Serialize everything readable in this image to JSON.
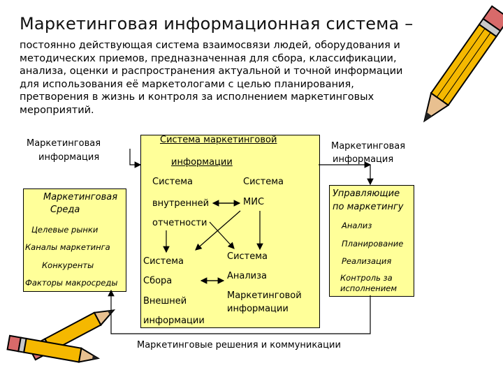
{
  "title": "Маркетинговая информационная система –",
  "definition": "постоянно действующая система взаимосвязи людей, оборудования и методических приемов, предназначенная для сбора, классификации, анализа, оценки и распространения актуальной и точной информации для использования её маркетологами с целью планирования, претворения в жизнь и контроля за исполнением маркетинговых мероприятий.",
  "left_label": [
    "Маркетинговая",
    "информация"
  ],
  "right_label": [
    "Маркетинговая",
    "информация"
  ],
  "environment": {
    "title": [
      "Маркетинговая",
      "Среда"
    ],
    "items": [
      "Целевые рынки",
      "Каналы маркетинга",
      "Конкуренты",
      "Факторы макросреды"
    ]
  },
  "center": {
    "title": [
      "Система маркетинговой",
      "информации"
    ],
    "internal": [
      "Система",
      "внутренней",
      "отчетности"
    ],
    "mis": [
      "Система",
      "МИС"
    ],
    "external": [
      "Система",
      "Сбора",
      "Внешней",
      "информации"
    ],
    "analysis": [
      "Система",
      "Анализа",
      "Маркетинговой",
      "информации"
    ]
  },
  "management": {
    "title": [
      "Управляющие",
      "по маркетингу"
    ],
    "items": [
      "Анализ",
      "Планирование",
      "Реализация",
      "Контроль за",
      "исполнением"
    ]
  },
  "bottom_label": "Маркетинговые решения и коммуникации",
  "colors": {
    "box_fill": "#ffff99",
    "pencil_body": "#f5b800",
    "pencil_tip": "#e8c090",
    "eraser": "#d86a6a"
  },
  "icons": [
    "pencil-top-right",
    "pencil-bottom-left"
  ]
}
